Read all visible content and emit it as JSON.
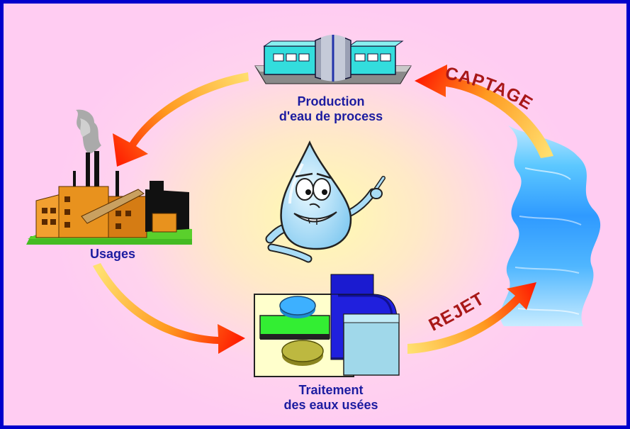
{
  "diagram": {
    "nodes": {
      "production": {
        "line1": "Production",
        "line2": "d'eau de process"
      },
      "usages": {
        "label": "Usages"
      },
      "traitement": {
        "line1": "Traitement",
        "line2": "des eaux usées"
      }
    },
    "arrows": {
      "captage": "CAPTAGE",
      "rejet": "REJET"
    }
  },
  "colors": {
    "border": "#0000cc",
    "label_text": "#1c1ca0",
    "arrow_text": "#a81818",
    "arrow_head": "#ff1a00",
    "arrow_tail": "#ffe070"
  }
}
